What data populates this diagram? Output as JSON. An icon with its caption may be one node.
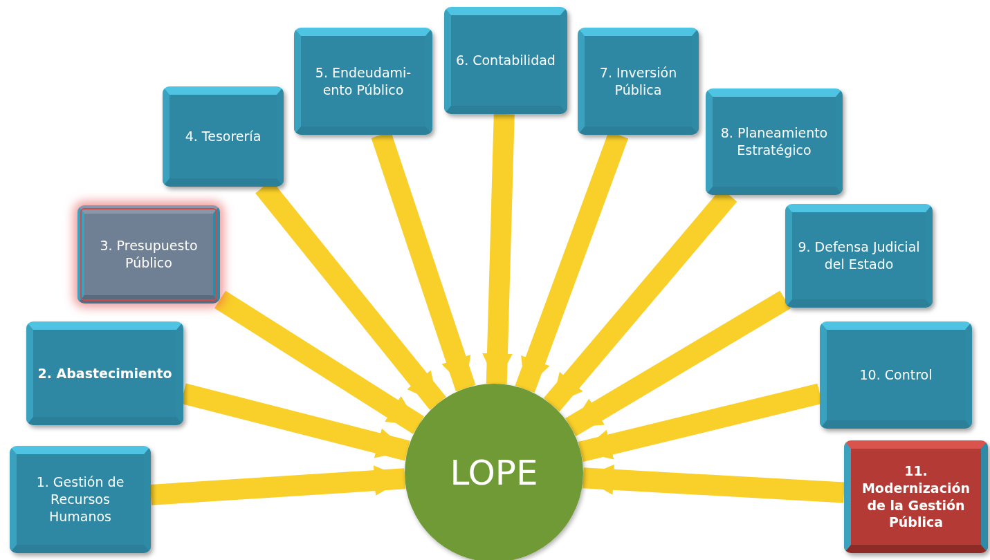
{
  "diagram": {
    "nodes": [
      {
        "text": [
          "1. Gestión de Recursos Humanos"
        ]
      },
      {
        "text": [
          "2. Abastecimiento"
        ]
      },
      {
        "text": [
          "3. Presupuesto Público"
        ]
      },
      {
        "text": [
          "4. Tesorería"
        ]
      },
      {
        "text": [
          "5. Endeudami- ento Público"
        ]
      },
      {
        "text": [
          "6. Contabilidad"
        ]
      },
      {
        "text": [
          "7. Inversión Pública"
        ]
      },
      {
        "text": [
          "8. Planeamiento Estratégico"
        ]
      },
      {
        "text": [
          "9. Defensa Judicial del Estado"
        ]
      },
      {
        "text": [
          "10. Control"
        ]
      },
      {
        "text": [
          "11. Modernización de la Gestión Pública"
        ]
      },
      {
        "text": [
          "LOPE"
        ]
      }
    ],
    "edges": [
      {
        "from": 0,
        "to": 11,
        "arrow": "to"
      },
      {
        "from": 1,
        "to": 11,
        "arrow": "to"
      },
      {
        "from": 2,
        "to": 11,
        "arrow": "to"
      },
      {
        "from": 3,
        "to": 11,
        "arrow": "to"
      },
      {
        "from": 4,
        "to": 11,
        "arrow": "to"
      },
      {
        "from": 5,
        "to": 11,
        "arrow": "to"
      },
      {
        "from": 6,
        "to": 11,
        "arrow": "to"
      },
      {
        "from": 7,
        "to": 11,
        "arrow": "to"
      },
      {
        "from": 8,
        "to": 11,
        "arrow": "to"
      },
      {
        "from": 9,
        "to": 11,
        "arrow": "to"
      },
      {
        "from": 10,
        "to": 11,
        "arrow": "to"
      }
    ]
  }
}
